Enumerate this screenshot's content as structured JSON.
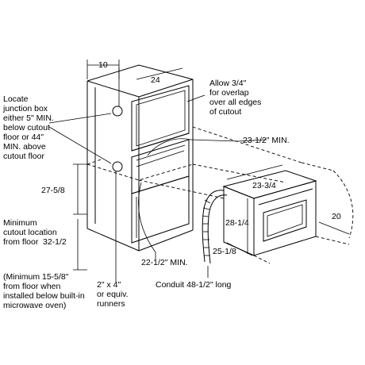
{
  "labels": {
    "dim_10": "10",
    "dim_24": "24",
    "allow_1": "Allow 3/4\"",
    "allow_2": "for overlap",
    "allow_3": "over all edges",
    "allow_4": "of cutout",
    "junction_1": "Locate",
    "junction_2": "junction box",
    "junction_3": "either 5\" MIN.",
    "junction_4": "below cutout",
    "junction_5": "floor or 44\"",
    "junction_6": "MIN. above",
    "junction_7": "cutout floor",
    "dim_23_half_min": "23-1/2\" MIN.",
    "dim_27_5_8": "27-5/8",
    "dim_23_3_4": "23-3/4",
    "dim_28_1_4": "28-1/4",
    "dim_20": "20",
    "min_cutout_1": "Minimum",
    "min_cutout_2": "cutout location",
    "min_cutout_3": "from floor",
    "dim_32_half": "32-1/2",
    "dim_25_1_8": "25-1/8",
    "dim_22_half_min": "22-1/2\" MIN.",
    "note_1": "(Minimum 15-5/8\"",
    "note_2": "from floor when",
    "note_3": "installed below built-in",
    "note_4": "microwave oven)",
    "conduit": "Conduit 48-1/2\" long",
    "runners_1": "2\" x 4\"",
    "runners_2": "or equiv.",
    "runners_3": "runners"
  },
  "colors": {
    "line": "#000000",
    "background": "#ffffff"
  }
}
